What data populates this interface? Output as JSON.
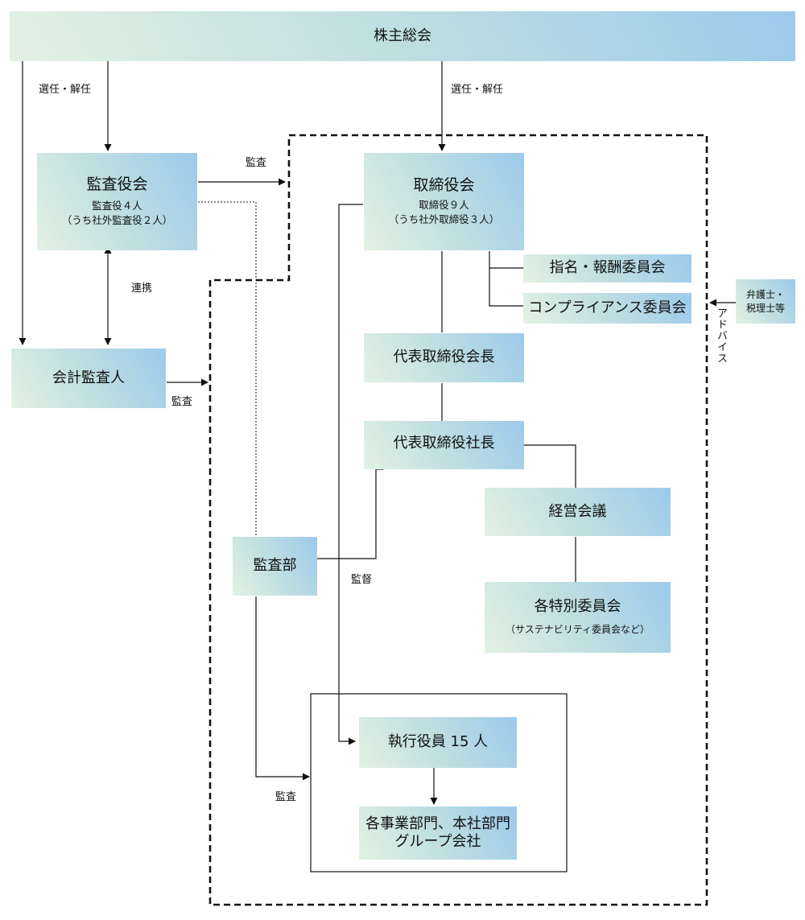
{
  "shareholders": "株主総会",
  "audit_board": {
    "title": "監査役会",
    "line1": "監査役４人",
    "line2": "（うち社外監査役２人）"
  },
  "board": {
    "title": "取締役会",
    "line1": "取締役９人",
    "line2": "（うち社外取締役３人）"
  },
  "nomination_committee": "指名・報酬委員会",
  "compliance_committee": "コンプライアンス委員会",
  "advisors": {
    "line1": "弁護士・",
    "line2": "税理士等"
  },
  "advice_label": "アドバイス",
  "chairman": "代表取締役会長",
  "president": "代表取締役社長",
  "management_meeting": "経営会議",
  "special_committees": {
    "title": "各特別委員会",
    "note": "（サステナビリティ委員会など）"
  },
  "accounting_auditor": "会計監査人",
  "audit_dept": "監査部",
  "executive_officers": "執行役員 15 人",
  "divisions": {
    "line1": "各事業部門、本社部門",
    "line2": "グループ会社"
  },
  "labels": {
    "elect_dismiss_left": "選任・解任",
    "elect_dismiss_right": "選任・解任",
    "audit_to_board": "監査",
    "cooperation": "連携",
    "accounting_audit": "監査",
    "supervision": "監督",
    "dept_audit": "監査"
  }
}
